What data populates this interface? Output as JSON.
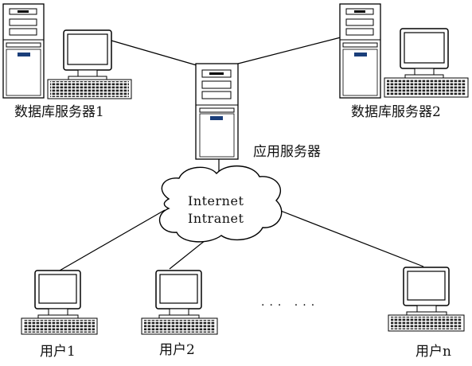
{
  "labels": {
    "db_server_1": "数据库服务器1",
    "db_server_2": "数据库服务器2",
    "app_server": "应用服务器",
    "user_1": "用户1",
    "user_2": "用户2",
    "user_n": "用户n"
  },
  "cloud": {
    "line1": "Internet",
    "line2": "Intranet"
  },
  "ellipsis": "···  ···"
}
